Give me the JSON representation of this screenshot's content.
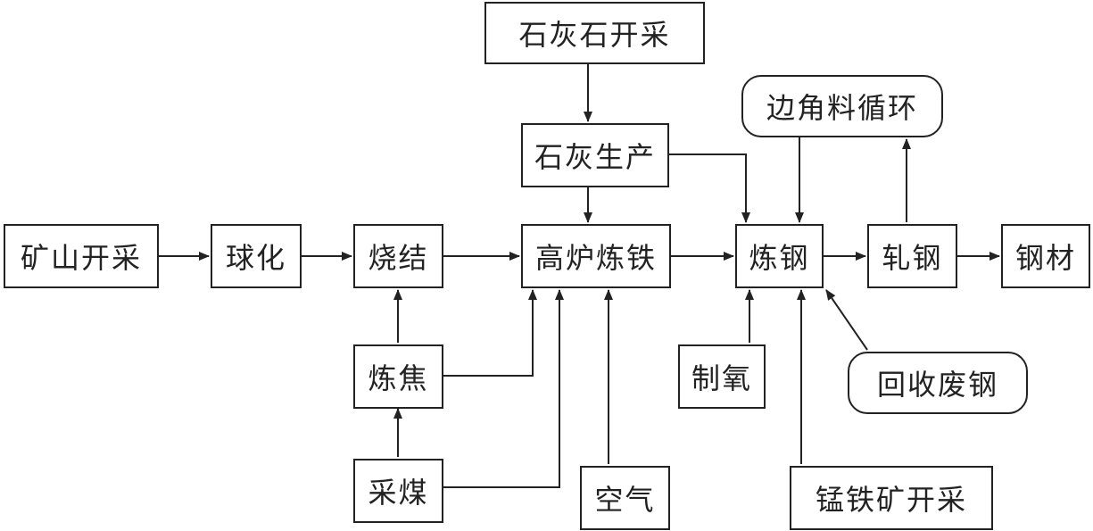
{
  "nodes": {
    "mining": "矿山开采",
    "pelletizing": "球化",
    "sintering": "烧结",
    "blast_furnace": "高炉炼铁",
    "steelmaking": "炼钢",
    "rolling": "轧钢",
    "steel_product": "钢材",
    "limestone_mining": "石灰石开采",
    "lime_production": "石灰生产",
    "scrap_recycling": "边角料循环",
    "coking": "炼焦",
    "coal_mining": "采煤",
    "air": "空气",
    "oxygen_production": "制氧",
    "scrap_recovery": "回收废钢",
    "manganese_mining": "锰铁矿开采"
  }
}
